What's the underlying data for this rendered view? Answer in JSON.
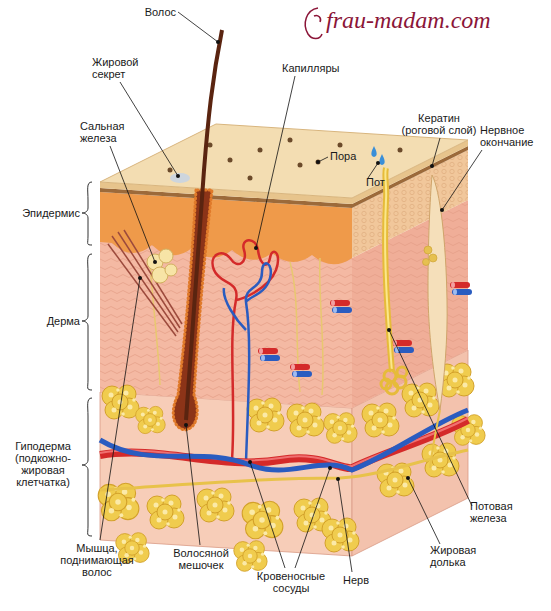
{
  "diagram": {
    "labels": [
      "Волос",
      "Жировой секрет",
      "Капилляры",
      "Сальная железа",
      "Пора",
      "Кератин (роговой слой)",
      "Пот",
      "Нервное окончание",
      "Эпидермис",
      "Дерма",
      "Гиподерма (подкожно- жировая клетчатка)",
      "Мышца, поднимающая волос",
      "Волосяной мешочек",
      "Кровеносные сосуды",
      "Нерв",
      "Потовая железа",
      "Жировая долька",
      "frau-madam.com"
    ]
  }
}
